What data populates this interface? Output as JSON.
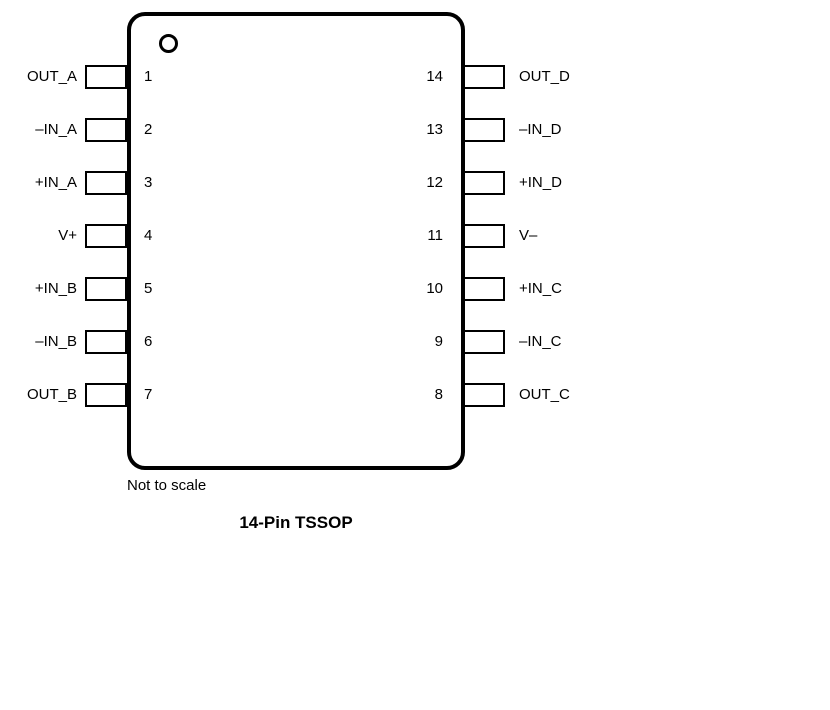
{
  "ic": {
    "package_caption": "14-Pin TSSOP",
    "scale_note": "Not to scale"
  },
  "pins": {
    "left": [
      {
        "number": "1",
        "label": "OUT_A"
      },
      {
        "number": "2",
        "label": "–IN_A"
      },
      {
        "number": "3",
        "label": "+IN_A"
      },
      {
        "number": "4",
        "label": "V+"
      },
      {
        "number": "5",
        "label": "+IN_B"
      },
      {
        "number": "6",
        "label": "–IN_B"
      },
      {
        "number": "7",
        "label": "OUT_B"
      }
    ],
    "right": [
      {
        "number": "14",
        "label": "OUT_D"
      },
      {
        "number": "13",
        "label": "–IN_D"
      },
      {
        "number": "12",
        "label": "+IN_D"
      },
      {
        "number": "11",
        "label": "V–"
      },
      {
        "number": "10",
        "label": "+IN_C"
      },
      {
        "number": "9",
        "label": "–IN_C"
      },
      {
        "number": "8",
        "label": "OUT_C"
      }
    ]
  }
}
